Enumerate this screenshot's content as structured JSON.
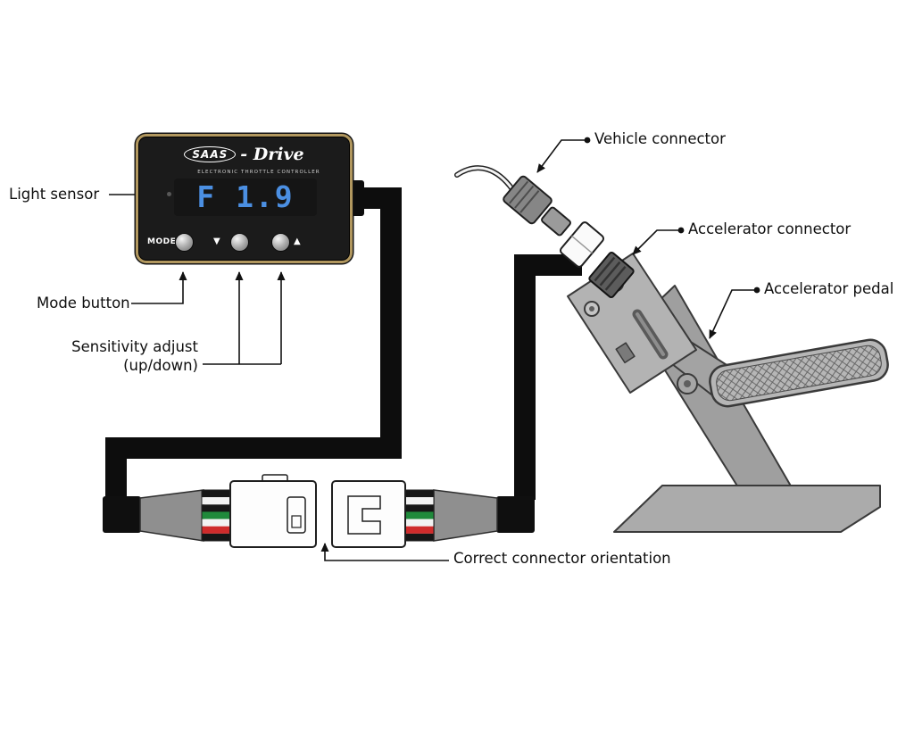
{
  "device": {
    "brand": "SAAS",
    "brand_suffix": "- Drive",
    "subtitle": "ELECTRONIC THROTTLE CONTROLLER",
    "display_value": "F 1.9",
    "mode_button_label": "MODE",
    "down_arrow_glyph": "▼",
    "up_arrow_glyph": "▲"
  },
  "labels": {
    "light_sensor": "Light sensor",
    "mode_button": "Mode button",
    "sensitivity_line1": "Sensitivity adjust",
    "sensitivity_line2": "(up/down)",
    "vehicle_connector": "Vehicle connector",
    "accelerator_connector": "Accelerator connector",
    "accelerator_pedal": "Accelerator pedal",
    "correct_orientation": "Correct connector orientation"
  },
  "colors": {
    "device_frame_gold": "#b1975e",
    "display_blue": "#4b8fe2",
    "wire_black": "#161616",
    "wire_white": "#f2f2f2",
    "wire_green": "#1f8a3b",
    "wire_red": "#cf2b2b",
    "cable_black": "#0d0d0d",
    "metal_grey": "#ababab"
  }
}
